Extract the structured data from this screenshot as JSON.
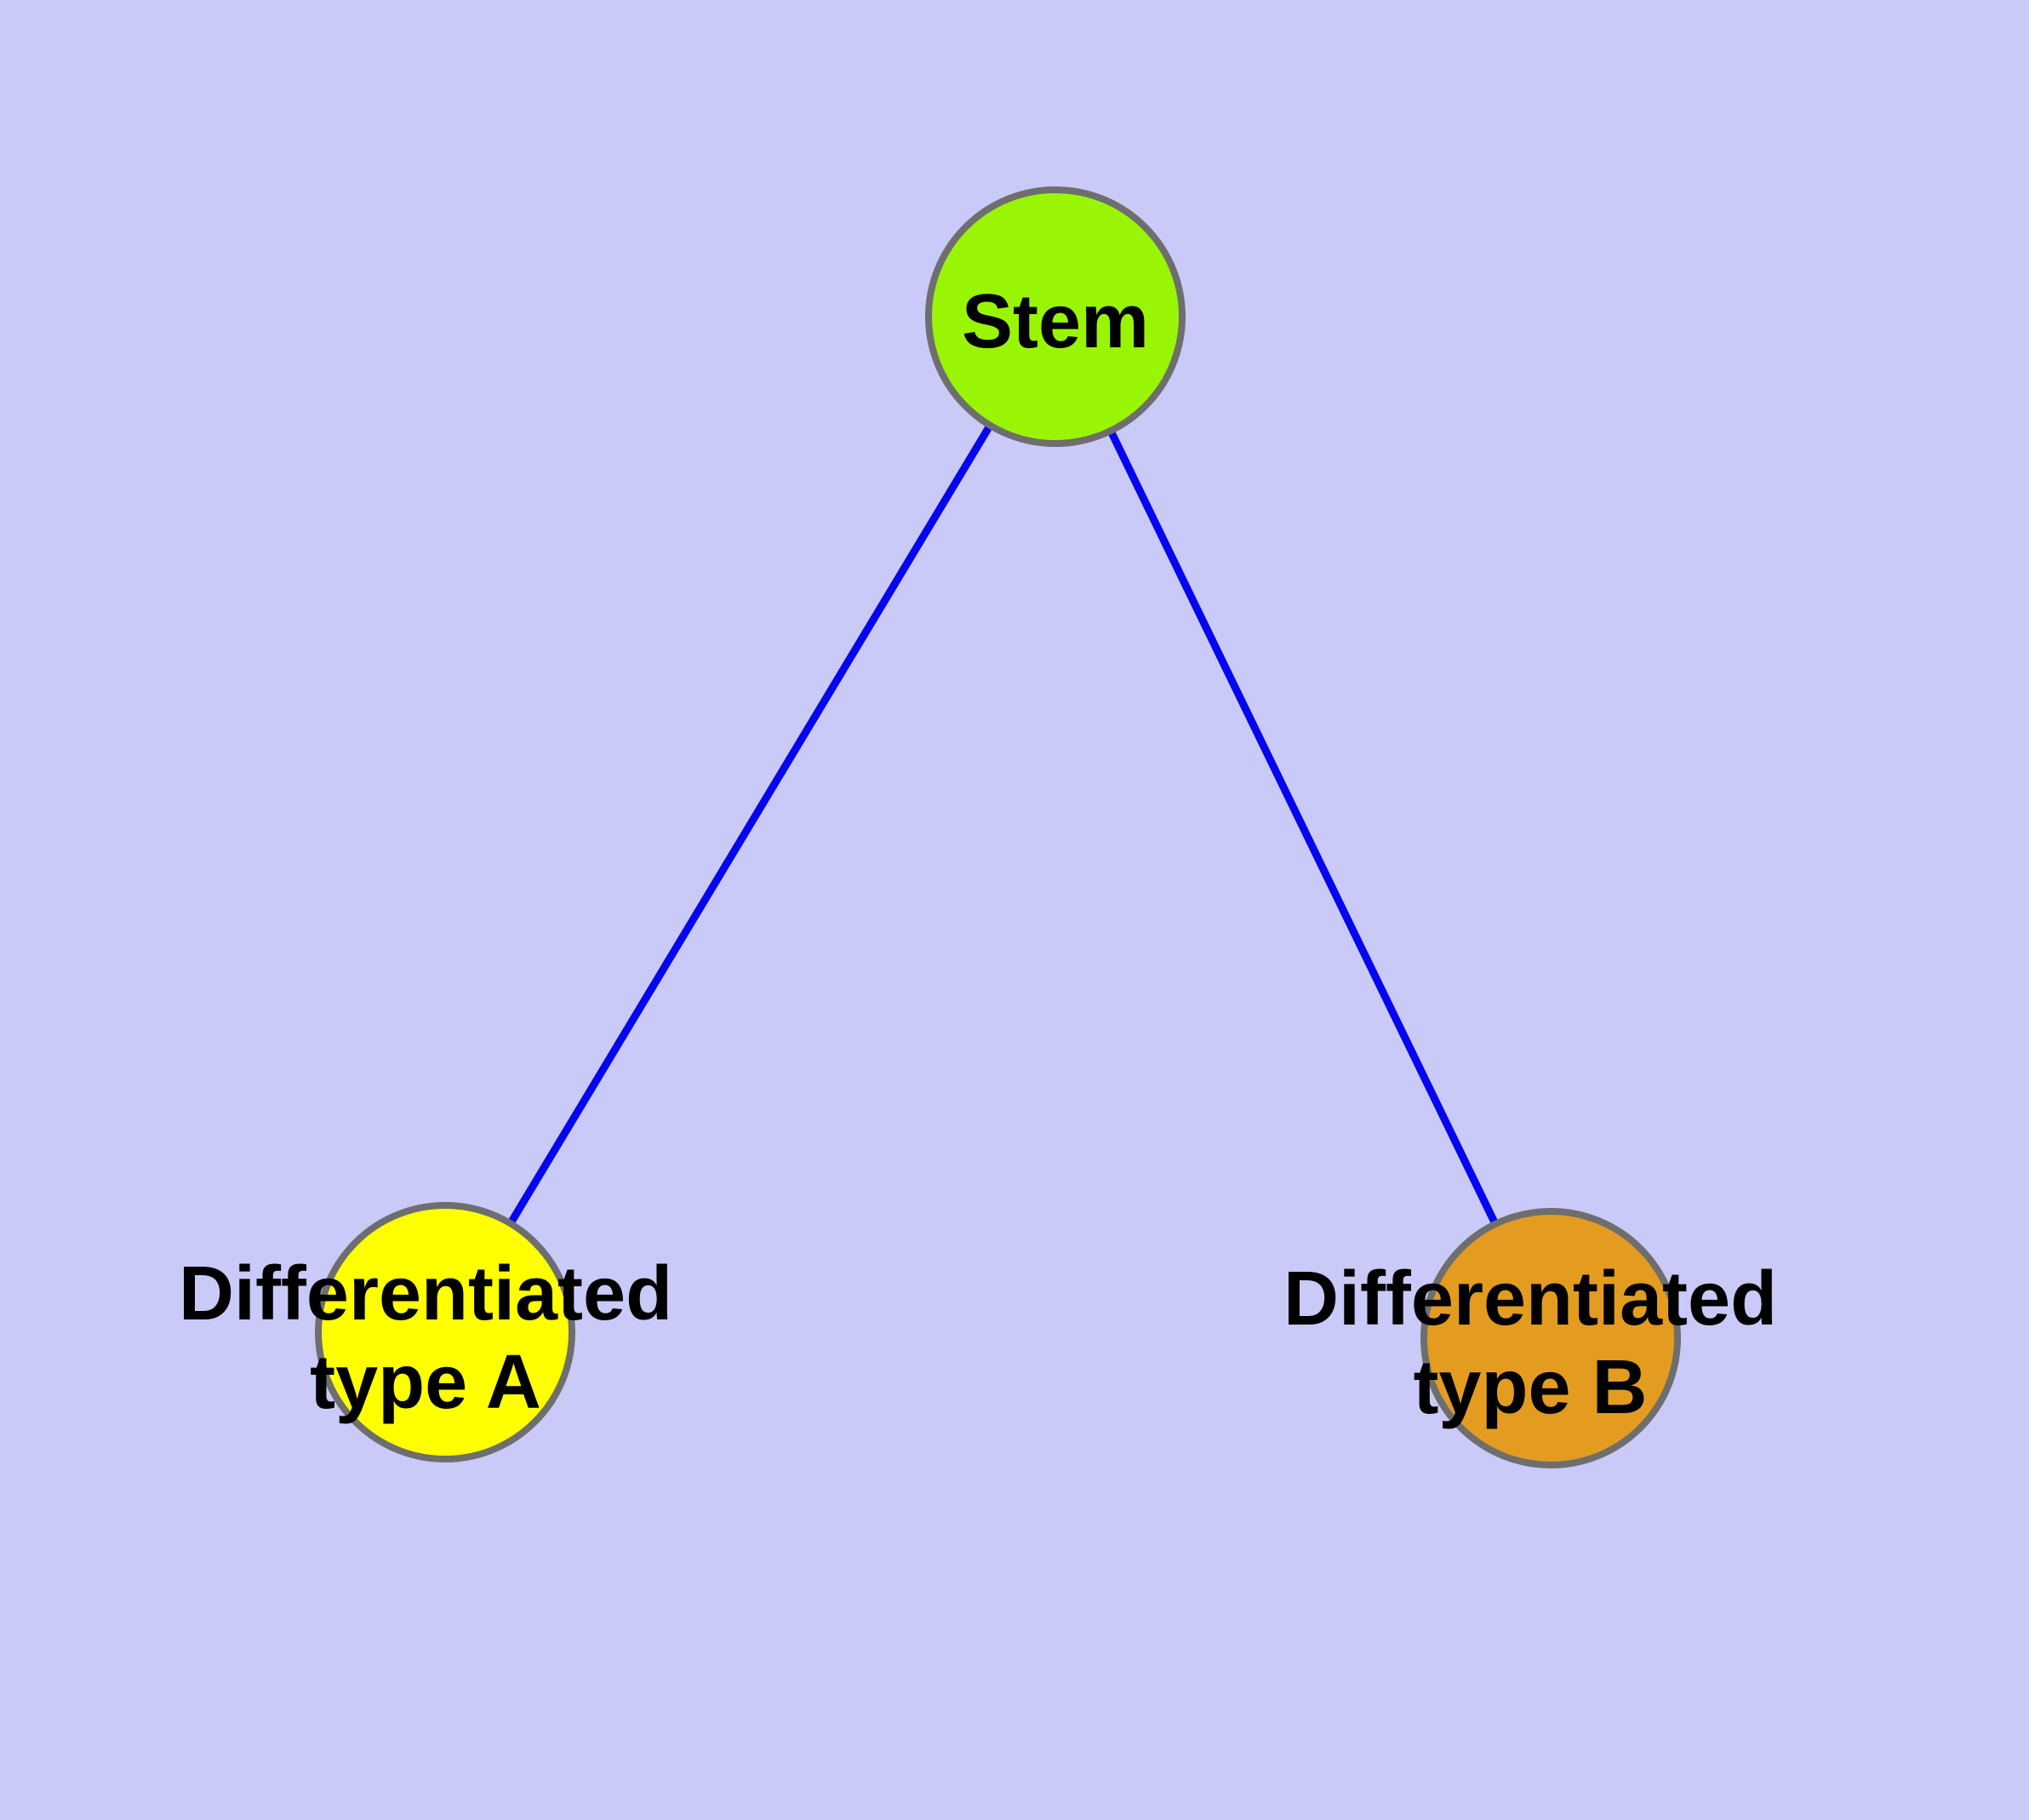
{
  "diagram": {
    "type": "graph",
    "background_color": "#cacaf8",
    "text_color": "#000000",
    "nodes": [
      {
        "id": "stem",
        "label": "Stem",
        "fill": "#9af505",
        "border": "#6e6e6e"
      },
      {
        "id": "differentiated-type-a",
        "label": "Differentiated\ntype A",
        "fill": "#ffff00",
        "border": "#6e6e6e"
      },
      {
        "id": "differentiated-type-b",
        "label": "Differentiated\ntype B",
        "fill": "#e39c20",
        "border": "#6e6e6e"
      }
    ],
    "edges": [
      {
        "from": "stem",
        "to": "differentiated-type-a",
        "color": "#0505f0"
      },
      {
        "from": "stem",
        "to": "differentiated-type-b",
        "color": "#0505f0"
      }
    ]
  }
}
